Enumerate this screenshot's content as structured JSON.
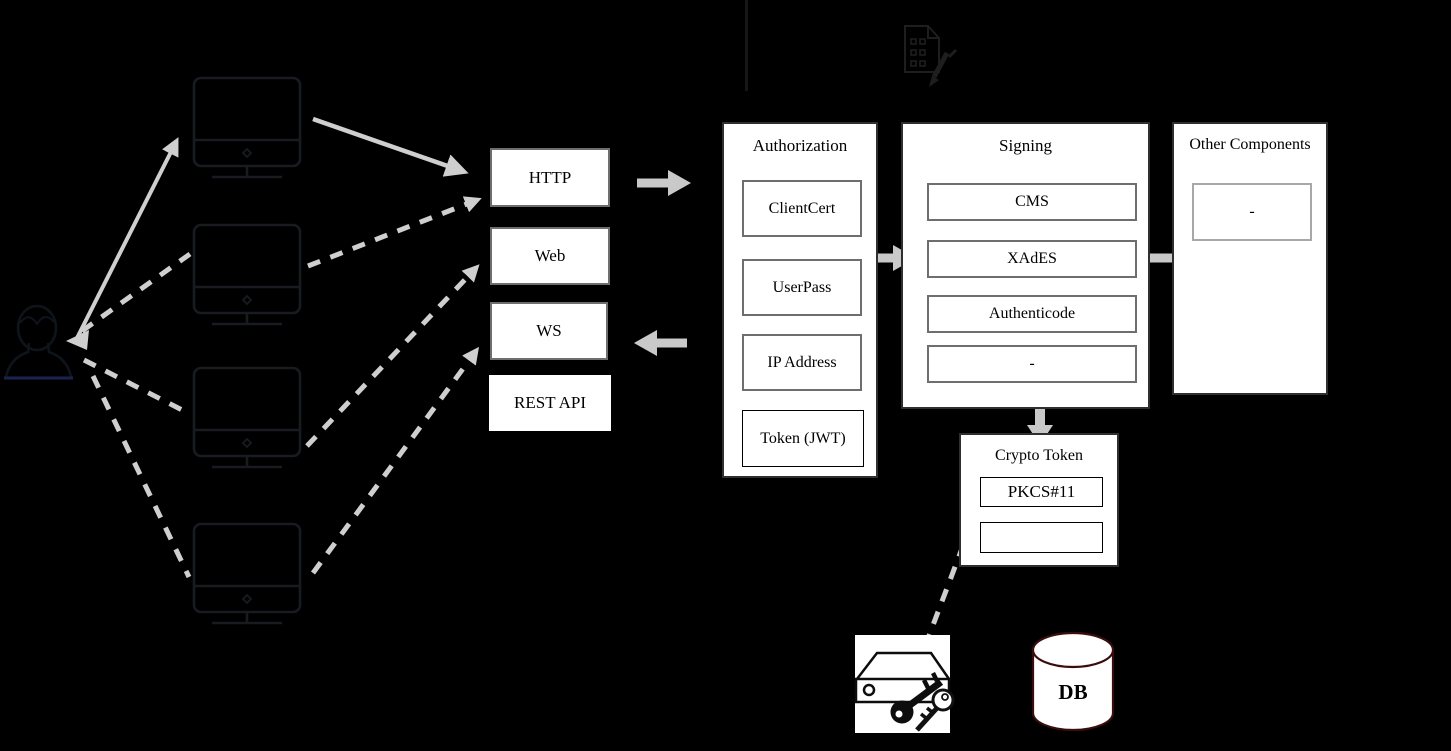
{
  "diagram": {
    "background": "#000000",
    "actor": {
      "icon": "person-icon"
    },
    "clients": {
      "icon": "desktop-monitor-icon",
      "count": 4
    },
    "document": {
      "icon": "document-signing-icon"
    },
    "interfaces": [
      "HTTP",
      "Web",
      "WS",
      "REST API"
    ],
    "authorization": {
      "title": "Authorization",
      "methods": [
        "ClientCert",
        "UserPass",
        "IP Address",
        "Token (JWT)"
      ]
    },
    "signing": {
      "title": "Signing",
      "signers": [
        "CMS",
        "XAdES",
        "Authenticode",
        "-"
      ]
    },
    "other_components": {
      "title": "Other Components",
      "items": [
        "-"
      ]
    },
    "crypto_token": {
      "title": "Crypto Token",
      "slots": [
        "PKCS#11",
        ""
      ]
    },
    "hsm": {
      "icon": "hsm-keys-icon"
    },
    "database": {
      "label": "DB",
      "icon": "database-cylinder-icon"
    },
    "colors": {
      "arrow_gray": "#cfcfcf",
      "box_border_gray": "#6e6e6e",
      "db_outline": "#3a0d0d",
      "dark_icon_stroke": "#181b20"
    }
  }
}
